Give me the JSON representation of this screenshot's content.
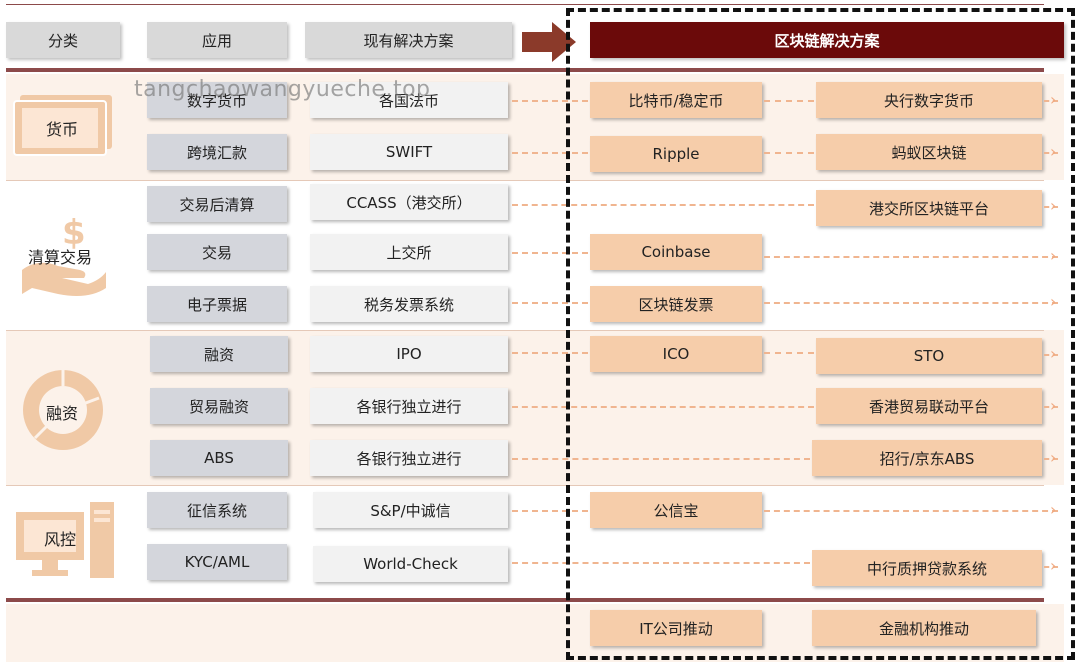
{
  "header": {
    "category": "分类",
    "application": "应用",
    "existing": "现有解决方案",
    "blockchain": "区块链解决方案"
  },
  "watermark": "tangchaowangyueche.top",
  "categories": [
    {
      "label": "货币",
      "icon": "money-icon"
    },
    {
      "label": "清算交易",
      "icon": "hand-dollar-icon"
    },
    {
      "label": "融资",
      "icon": "pie-chart-icon"
    },
    {
      "label": "风控",
      "icon": "computer-icon"
    }
  ],
  "rows": [
    {
      "app": "数字货币",
      "existing": "各国法币",
      "mid": "比特币/稳定币",
      "right": "央行数字货币"
    },
    {
      "app": "跨境汇款",
      "existing": "SWIFT",
      "mid": "Ripple",
      "right": "蚂蚁区块链"
    },
    {
      "app": "交易后清算",
      "existing": "CCASS（港交所）",
      "mid": "",
      "right": "港交所区块链平台"
    },
    {
      "app": "交易",
      "existing": "上交所",
      "mid": "Coinbase",
      "right": ""
    },
    {
      "app": "电子票据",
      "existing": "税务发票系统",
      "mid": "区块链发票",
      "right": ""
    },
    {
      "app": "融资",
      "existing": "IPO",
      "mid": "ICO",
      "right": "STO"
    },
    {
      "app": "贸易融资",
      "existing": "各银行独立进行",
      "mid": "",
      "right": "香港贸易联动平台"
    },
    {
      "app": "ABS",
      "existing": "各银行独立进行",
      "mid": "",
      "right": "招行/京东ABS"
    },
    {
      "app": "征信系统",
      "existing": "S&P/中诚信",
      "mid": "公信宝",
      "right": ""
    },
    {
      "app": "KYC/AML",
      "existing": "World-Check",
      "mid": "",
      "right": "中行质押贷款系统"
    }
  ],
  "footer": {
    "it_push": "IT公司推动",
    "finance_push": "金融机构推动"
  },
  "colors": {
    "header_dark": "#6b0a0a",
    "peach": "#f6cdaa",
    "gray_box": "#d4d6dc",
    "band": "#fcf2ea",
    "arrow": "#f0b590",
    "icon": "#f0c9a6"
  }
}
